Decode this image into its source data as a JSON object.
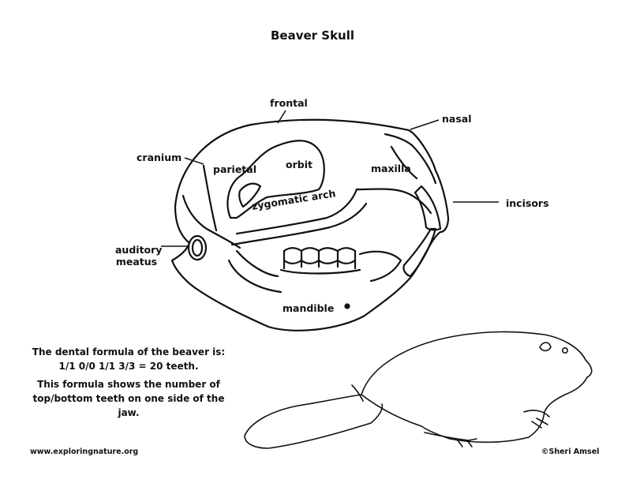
{
  "title": "Beaver Skull",
  "labels": {
    "frontal": "frontal",
    "nasal": "nasal",
    "cranium": "cranium",
    "parietal": "parietal",
    "orbit": "orbit",
    "maxilla": "maxilla",
    "incisors": "incisors",
    "zygomatic_arch": "zygomatic arch",
    "auditory_meatus_line1": "auditory",
    "auditory_meatus_line2": "meatus",
    "mandible": "mandible"
  },
  "info": {
    "formula_intro": "The dental formula of the beaver is:",
    "formula": "1/1 0/0 1/1 3/3 = 20 teeth.",
    "explanation_line1": "This formula shows the number of",
    "explanation_line2": "top/bottom teeth on one side of the jaw."
  },
  "footer": {
    "website": "www.exploringnature.org",
    "copyright": "©Sheri Amsel"
  }
}
